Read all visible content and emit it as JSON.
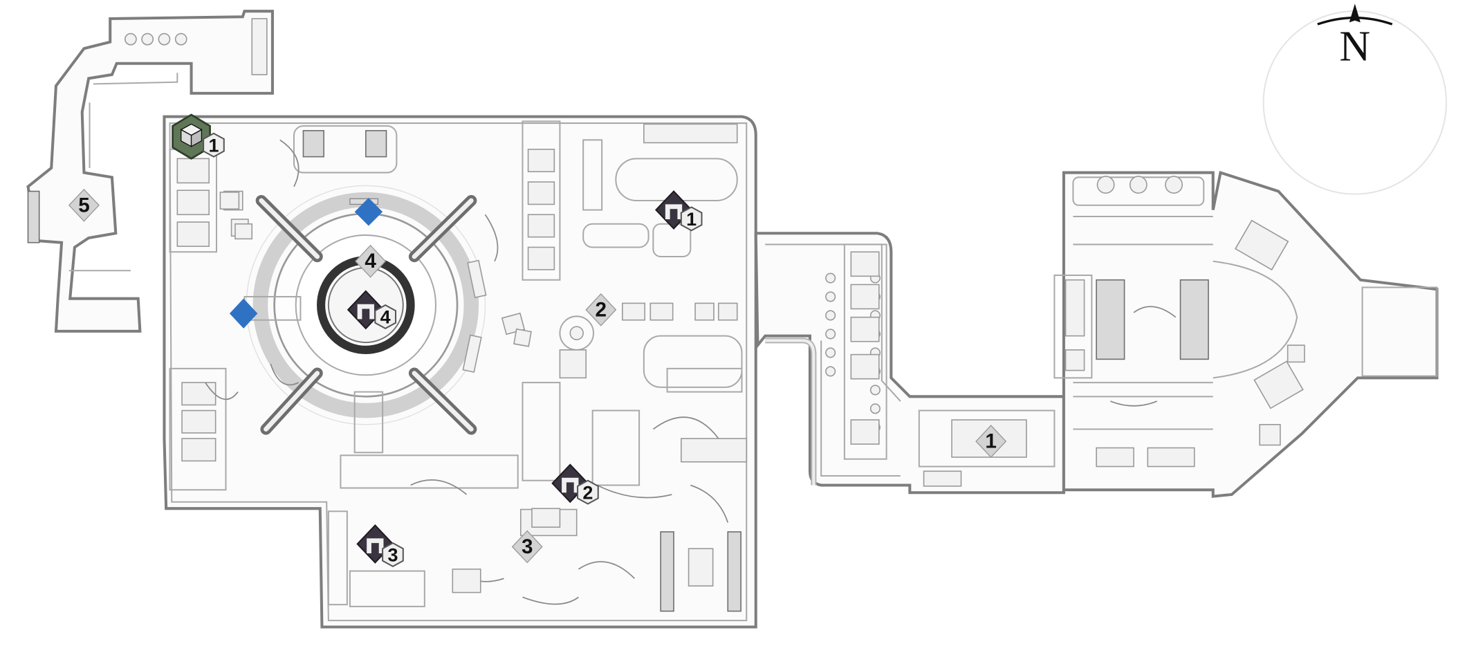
{
  "compass": {
    "letter": "N",
    "icon": "north-arrow-icon"
  },
  "colors": {
    "objective_marker": "#3a3340",
    "spawn_marker": "#5f7757",
    "blue_marker": "#2f72c4",
    "secondary_marker": "#d3d3d3",
    "wall": "#7d7d7d"
  },
  "markers": {
    "spawn": {
      "label": "1",
      "icon": "armor-crate-icon"
    },
    "objectives": [
      {
        "label": "1",
        "icon": "doorway-objective-icon"
      },
      {
        "label": "2",
        "icon": "doorway-objective-icon"
      },
      {
        "label": "3",
        "icon": "doorway-objective-icon"
      },
      {
        "label": "4",
        "icon": "doorway-objective-icon"
      }
    ],
    "secondary": [
      {
        "label": "1"
      },
      {
        "label": "2"
      },
      {
        "label": "3"
      },
      {
        "label": "4"
      },
      {
        "label": "5"
      }
    ],
    "blue_points": [
      {
        "icon": "blue-diamond-icon"
      },
      {
        "icon": "blue-diamond-icon"
      }
    ]
  }
}
